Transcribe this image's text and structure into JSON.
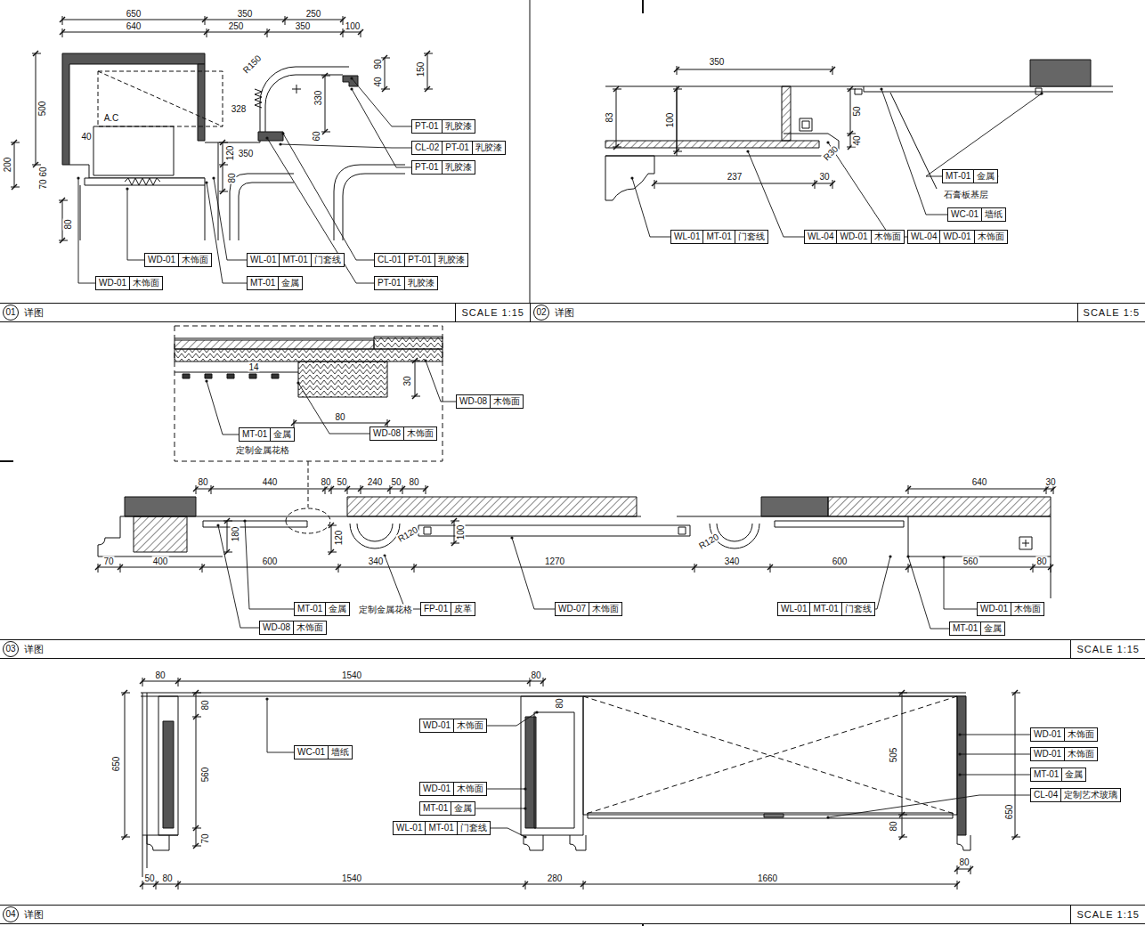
{
  "diagram": {
    "nodes": [
      {
        "text": [
          "PT-01",
          "乳胶漆"
        ]
      },
      {
        "text": [
          "CL-02",
          "PT-01",
          "乳胶漆"
        ]
      },
      {
        "text": [
          "PT-01",
          "乳胶漆"
        ]
      },
      {
        "text": [
          "WD-01",
          "木饰面"
        ]
      },
      {
        "text": [
          "WL-01",
          "MT-01",
          "门套线"
        ]
      },
      {
        "text": [
          "CL-01",
          "PT-01",
          "乳胶漆"
        ]
      },
      {
        "text": [
          "MT-01",
          "金属"
        ]
      },
      {
        "text": [
          "PT-01",
          "乳胶漆"
        ]
      },
      {
        "text": [
          "WD-01",
          "木饰面"
        ]
      },
      {
        "text": [
          "01",
          "详图",
          "SCALE 1:15"
        ]
      },
      {
        "text": [
          "MT-01",
          "金属"
        ]
      },
      {
        "text": [
          "WC-01",
          "墙纸"
        ]
      },
      {
        "text": [
          "WL-01",
          "MT-01",
          "门套线"
        ]
      },
      {
        "text": [
          "WL-04",
          "WD-01",
          "木饰面"
        ]
      },
      {
        "text": [
          "WL-04",
          "WD-01",
          "木饰面"
        ]
      },
      {
        "text": [
          "02",
          "详图",
          "SCALE 1:5"
        ]
      },
      {
        "text": [
          "WD-08",
          "木饰面"
        ]
      },
      {
        "text": [
          "MT-01",
          "金属"
        ]
      },
      {
        "text": [
          "WD-08",
          "木饰面"
        ]
      },
      {
        "text": [
          "MT-01",
          "金属"
        ]
      },
      {
        "text": [
          "FP-01",
          "皮革"
        ]
      },
      {
        "text": [
          "WD-07",
          "木饰面"
        ]
      },
      {
        "text": [
          "WL-01",
          "MT-01",
          "门套线"
        ]
      },
      {
        "text": [
          "WD-01",
          "木饰面"
        ]
      },
      {
        "text": [
          "WD-08",
          "木饰面"
        ]
      },
      {
        "text": [
          "MT-01",
          "金属"
        ]
      },
      {
        "text": [
          "03",
          "详图",
          "SCALE 1:15"
        ]
      },
      {
        "text": [
          "WD-01",
          "木饰面"
        ]
      },
      {
        "text": [
          "WD-01",
          "木饰面"
        ]
      },
      {
        "text": [
          "WC-01",
          "墙纸"
        ]
      },
      {
        "text": [
          "WD-01",
          "木饰面"
        ]
      },
      {
        "text": [
          "MT-01",
          "金属"
        ]
      },
      {
        "text": [
          "WD-01",
          "木饰面"
        ]
      },
      {
        "text": [
          "CL-04",
          "定制艺术玻璃"
        ]
      },
      {
        "text": [
          "MT-01",
          "金属"
        ]
      },
      {
        "text": [
          "WL-01",
          "MT-01",
          "门套线"
        ]
      },
      {
        "text": [
          "04",
          "详图",
          "SCALE 1:15"
        ]
      }
    ],
    "labels": [
      "650",
      "350",
      "250",
      "640",
      "250",
      "350",
      "100",
      "R150",
      "328",
      "330",
      "90",
      "40",
      "150",
      "500",
      "A.C",
      "40",
      "200",
      "60",
      "70",
      "120",
      "350",
      "60",
      "80",
      "80",
      "350",
      "83",
      "100",
      "50",
      "40",
      "R30",
      "237",
      "30",
      "石膏板基层",
      "14",
      "30",
      "80",
      "定制金属花格",
      "80",
      "440",
      "80",
      "50",
      "240",
      "50",
      "80",
      "640",
      "30",
      "180",
      "120",
      "100",
      "R120",
      "R120",
      "70",
      "400",
      "600",
      "340",
      "1270",
      "340",
      "600",
      "560",
      "80",
      "定制金属花格",
      "80",
      "1540",
      "80",
      "80",
      "650",
      "560",
      "70",
      "80",
      "505",
      "80",
      "650",
      "50",
      "80",
      "1540",
      "280",
      "1660",
      "80"
    ]
  }
}
